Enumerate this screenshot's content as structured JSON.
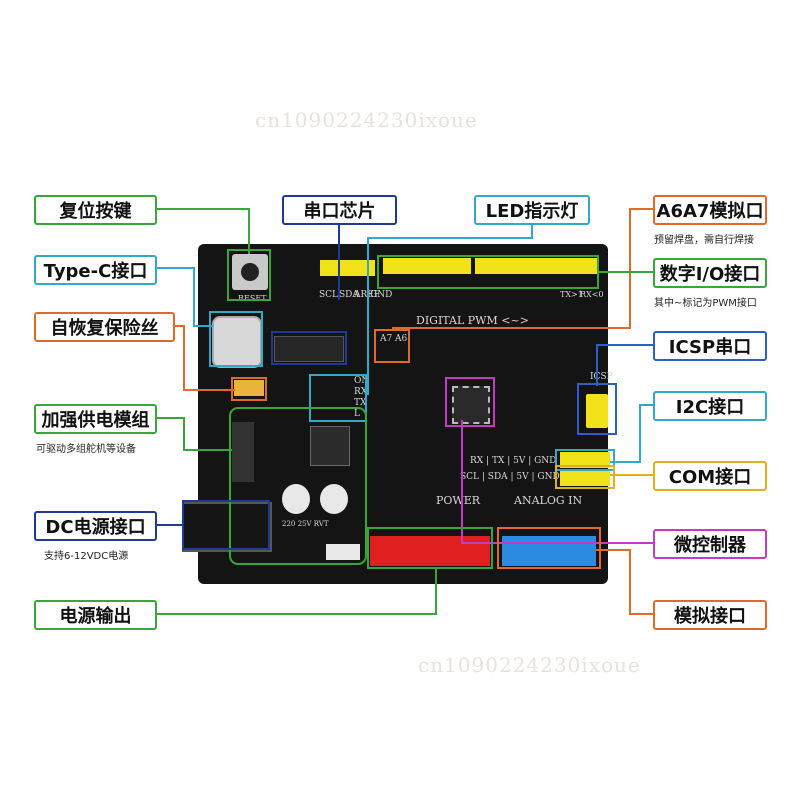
{
  "watermark": "cn1090224230ixoue",
  "callouts": {
    "reset_button": "复位按键",
    "type_c": "Type-C接口",
    "fuse": "自恢复保险丝",
    "power_module": "加强供电模组",
    "power_module_sub": "可驱动多组舵机等设备",
    "dc_jack": "DC电源接口",
    "dc_jack_sub": "支持6-12VDC电源",
    "power_out": "电源输出",
    "serial_chip": "串口芯片",
    "led": "LED指示灯",
    "a6a7": "A6A7模拟口",
    "a6a7_sub": "预留焊盘，需自行焊接",
    "digital_io": "数字I/O接口",
    "digital_io_sub": "其中~标记为PWM接口",
    "icsp": "ICSP串口",
    "i2c": "I2C接口",
    "com": "COM接口",
    "mcu": "微控制器",
    "analog": "模拟接口"
  },
  "silkscreen": {
    "reset": "RESET",
    "digital_pwm": "DIGITAL PWM <~>",
    "power": "POWER",
    "analog_in": "ANALOG IN",
    "icsp": "ICSP",
    "a7": "A7",
    "a6": "A6",
    "on": "ON",
    "rx": "RX",
    "tx": "TX",
    "l": "L",
    "scl": "SCL",
    "sda": "SDA",
    "aref": "AREF",
    "gnd": "GND",
    "tx1": "TX>1",
    "rx0": "RX<0",
    "rail1": "RX | TX | 5V | GND",
    "rail2": "SCL | SDA | 5V | GND",
    "cap": "220 25V RVT"
  },
  "colors": {
    "green": "#3aa63a",
    "orange": "#e06a2a",
    "navy": "#1f3a93",
    "cyan": "#33a8c9",
    "blue": "#2f5fc4",
    "yellow": "#e0b020",
    "magenta": "#c03cc0",
    "header_yellow": "#f2e21a",
    "header_red": "#e02020",
    "header_blue": "#2a8be0"
  }
}
